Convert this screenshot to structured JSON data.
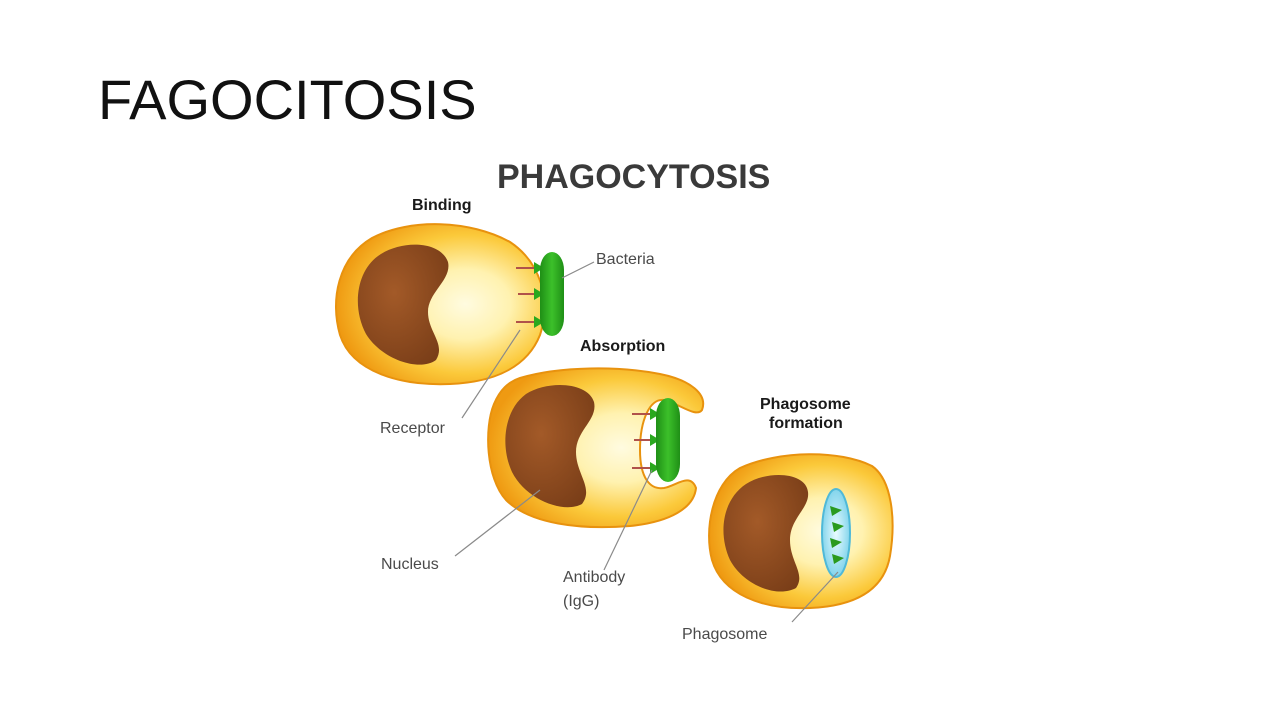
{
  "slide": {
    "title": "FAGOCITOSIS"
  },
  "diagram": {
    "heading": "PHAGOCYTOSIS",
    "stages": {
      "binding": "Binding",
      "absorption": "Absorption",
      "phagosome_formation_line1": "Phagosome",
      "phagosome_formation_line2": "formation"
    },
    "labels": {
      "bacteria": "Bacteria",
      "receptor": "Receptor",
      "nucleus": "Nucleus",
      "antibody_line1": "Antibody",
      "antibody_line2": "(IgG)",
      "phagosome": "Phagosome"
    },
    "colors": {
      "cell_outer": "#f2a21a",
      "cell_inner": "#fff6c8",
      "nucleus": "#8a4a1e",
      "bacteria": "#2aa81e",
      "phagosome": "#8fdcf0",
      "receptor": "#b0524a"
    }
  }
}
